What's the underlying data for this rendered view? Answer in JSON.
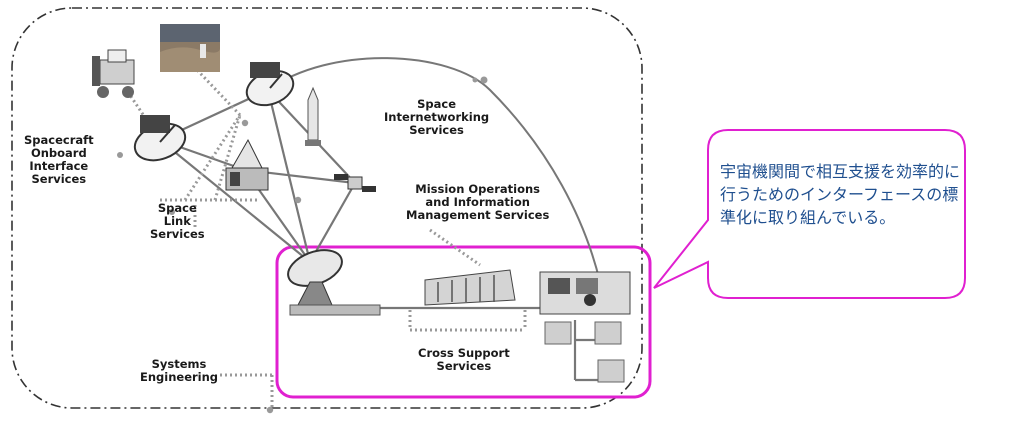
{
  "labels": {
    "spacecraft_onboard": "Spacecraft\nOnboard\nInterface\nServices",
    "space_link": "Space\nLink\nServices",
    "space_internetworking": "Space\nInternetworking\nServices",
    "mission_operations": "Mission Operations\nand Information\nManagement Services",
    "cross_support": "Cross Support\nServices",
    "systems_engineering": "Systems\nEngineering"
  },
  "callout": {
    "text": "宇宙機関間で相互支援を効率的に行うためのインターフェースの標準化に取り組んでいる。"
  },
  "colors": {
    "highlight": "#e020d0",
    "callout_text": "#1f4f8f",
    "boundary": "#333333",
    "link_gray": "#8c8c8c"
  }
}
